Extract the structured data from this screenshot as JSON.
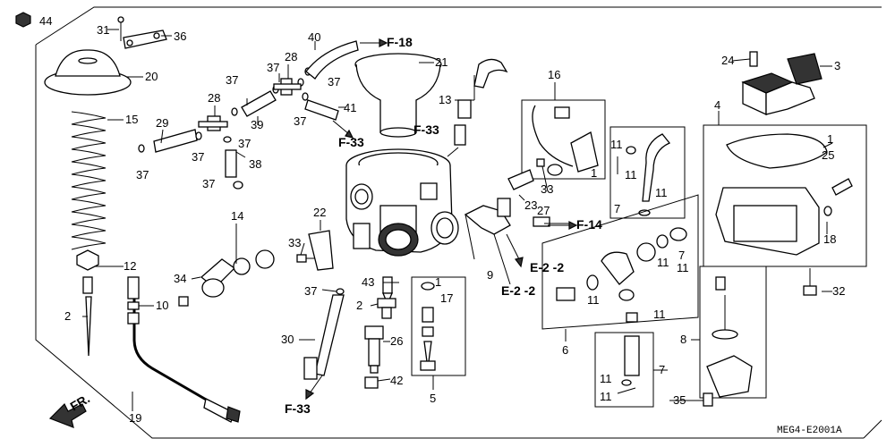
{
  "diagram": {
    "code": "MEG4-E2001A",
    "direction": "FR.",
    "refs": {
      "F18": "F-18",
      "F33": "F-33",
      "F14": "F-14",
      "E22": "E-2 -2"
    },
    "callouts": {
      "c1": "1",
      "c2": "2",
      "c3": "3",
      "c4": "4",
      "c5": "5",
      "c6": "6",
      "c7": "7",
      "c8": "8",
      "c9": "9",
      "c10": "10",
      "c11": "11",
      "c12": "12",
      "c13": "13",
      "c14": "14",
      "c15": "15",
      "c16": "16",
      "c17": "17",
      "c18": "18",
      "c19": "19",
      "c20": "20",
      "c21": "21",
      "c22": "22",
      "c23": "23",
      "c24": "24",
      "c25": "25",
      "c26": "26",
      "c27": "27",
      "c28": "28",
      "c29": "29",
      "c30": "30",
      "c31": "31",
      "c32": "32",
      "c33": "33",
      "c34": "34",
      "c35": "35",
      "c36": "36",
      "c37": "37",
      "c38": "38",
      "c39": "39",
      "c40": "40",
      "c41": "41",
      "c42": "42",
      "c43": "43",
      "c44": "44"
    }
  }
}
